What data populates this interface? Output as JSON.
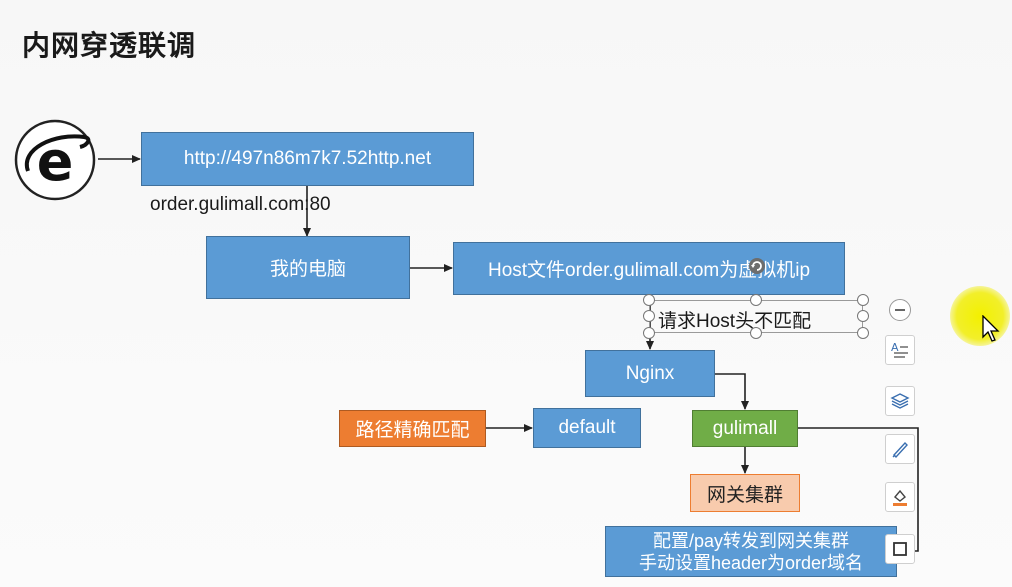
{
  "slide": {
    "title": "内网穿透联调"
  },
  "nodes": {
    "url_box": "http://497n86m7k7.52http.net",
    "domain_label": "order.gulimall.com:80",
    "my_pc": "我的电脑",
    "host_file": "Host文件order.gulimall.com为虚拟机ip",
    "host_mismatch": "请求Host头不匹配",
    "nginx": "Nginx",
    "path_match": "路径精确匹配",
    "default": "default",
    "gulimall": "gulimall",
    "gateway_cluster": "网关集群",
    "config_line1": "配置/pay转发到网关集群",
    "config_line2": "手动设置header为order域名"
  },
  "colors": {
    "blue": "#5b9bd5",
    "green": "#70ad47",
    "orange": "#ed7d31",
    "pink": "#f8cbad",
    "pointer_highlight": "#f3f000"
  },
  "toolbar": {
    "icons": [
      "collapse-minus-icon",
      "text-format-icon",
      "layers-icon",
      "pen-icon",
      "fill-icon",
      "border-icon"
    ]
  }
}
